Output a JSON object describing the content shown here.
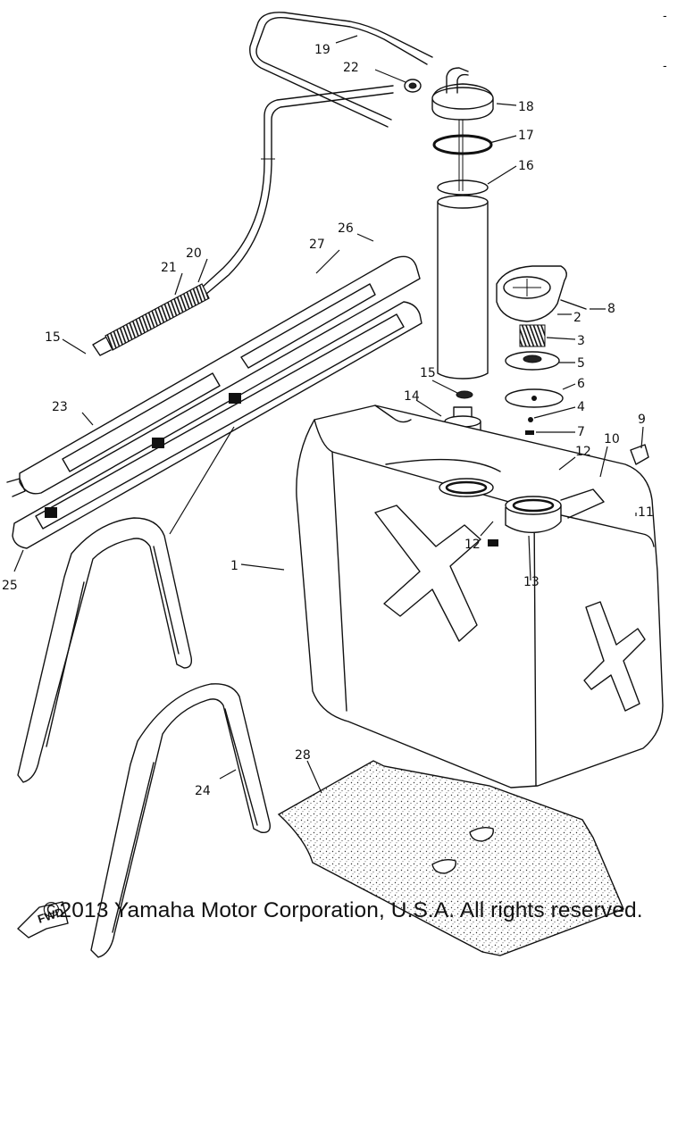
{
  "diagram": {
    "callouts": [
      "1",
      "2",
      "3",
      "4",
      "5",
      "6",
      "7",
      "8",
      "9",
      "10",
      "11",
      "12",
      "12",
      "13",
      "14",
      "15",
      "15",
      "16",
      "17",
      "18",
      "19",
      "20",
      "21",
      "22",
      "23",
      "24",
      "25",
      "26",
      "27",
      "28"
    ],
    "fwd_label": "FWD",
    "edge_marks": [
      "-",
      "-"
    ]
  },
  "footer": {
    "copyright": "©2013 Yamaha Motor Corporation, U.S.A. All rights reserved."
  }
}
